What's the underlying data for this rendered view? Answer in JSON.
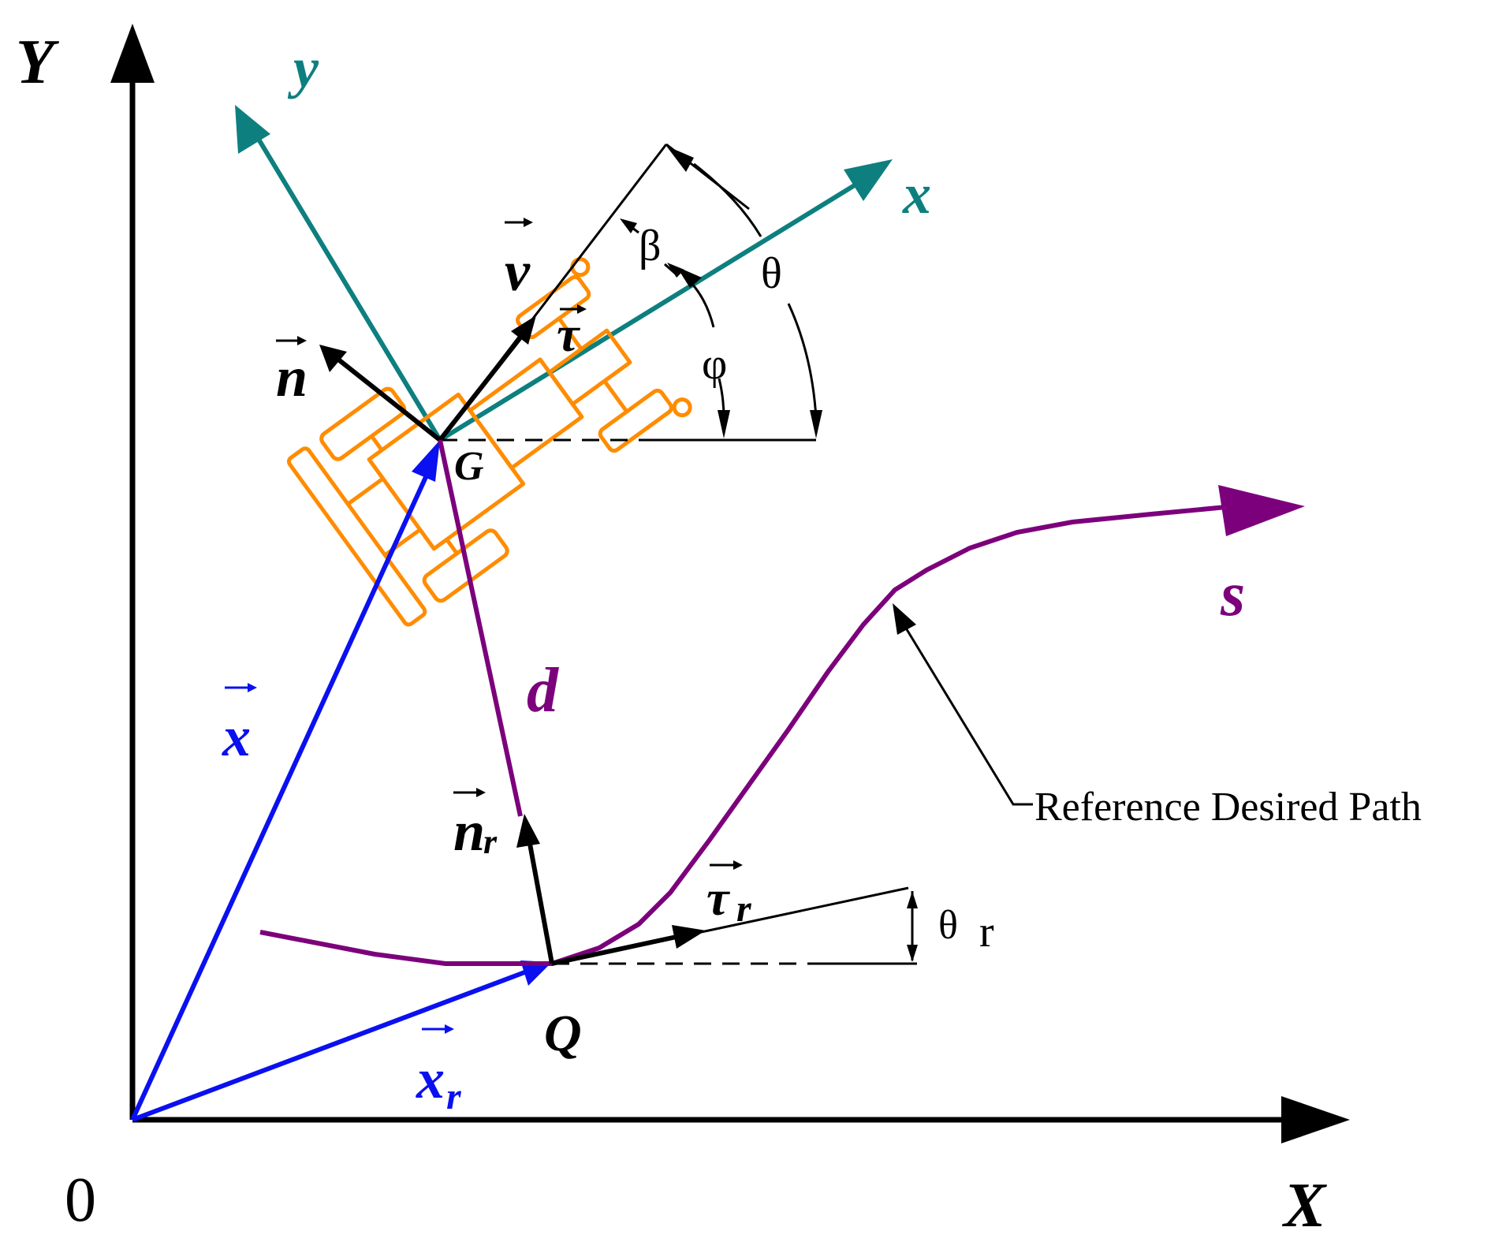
{
  "axes": {
    "x_label": "X",
    "y_label": "Y",
    "origin_label": "0"
  },
  "body_frame": {
    "x_label": "x",
    "y_label": "y"
  },
  "points": {
    "G": "G",
    "Q": "Q"
  },
  "vectors": {
    "x": "x",
    "xr": "x",
    "xr_sub": "r",
    "v": "v",
    "tau": "τ",
    "n": "n",
    "nr": "n",
    "nr_sub": "r",
    "taur": "τ",
    "taur_sub": "r"
  },
  "angles": {
    "beta": "β",
    "theta": "θ",
    "phi": "φ",
    "theta_r": "θ",
    "theta_r_sub": "r"
  },
  "labels": {
    "d": "d",
    "s": "s",
    "path": "Reference Desired Path"
  },
  "colors": {
    "black": "#000000",
    "teal": "#0e7f7f",
    "blue": "#0a10f0",
    "purple": "#7c007c",
    "orange": "#ff8c00"
  }
}
